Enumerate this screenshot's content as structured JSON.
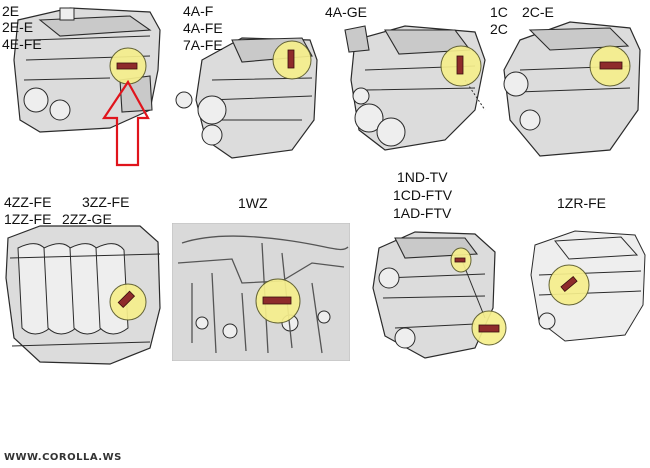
{
  "panels": [
    {
      "id": "p1",
      "labels": [
        "2E",
        "2E-E",
        "4E-FE"
      ]
    },
    {
      "id": "p2",
      "labels": [
        "4A-F",
        "4A-FE",
        "7A-FE"
      ]
    },
    {
      "id": "p3",
      "labels": [
        "4A-GE"
      ]
    },
    {
      "id": "p4",
      "labels": [
        "1C",
        "2C-E",
        "2C"
      ]
    },
    {
      "id": "p5",
      "labels": [
        "4ZZ-FE",
        "3ZZ-FE",
        "1ZZ-FE",
        "2ZZ-GE"
      ]
    },
    {
      "id": "p6",
      "labels": [
        "1WZ"
      ]
    },
    {
      "id": "p7",
      "labels": [
        "1ND-TV",
        "1CD-FTV",
        "1AD-FTV"
      ]
    },
    {
      "id": "p8",
      "labels": [
        "1ZR-FE"
      ]
    }
  ],
  "footer": "WWW.COROLLA.WS",
  "colors": {
    "highlight": "#f6ef8c",
    "arrow": "#e0141c",
    "plate": "#8e2b2b"
  }
}
